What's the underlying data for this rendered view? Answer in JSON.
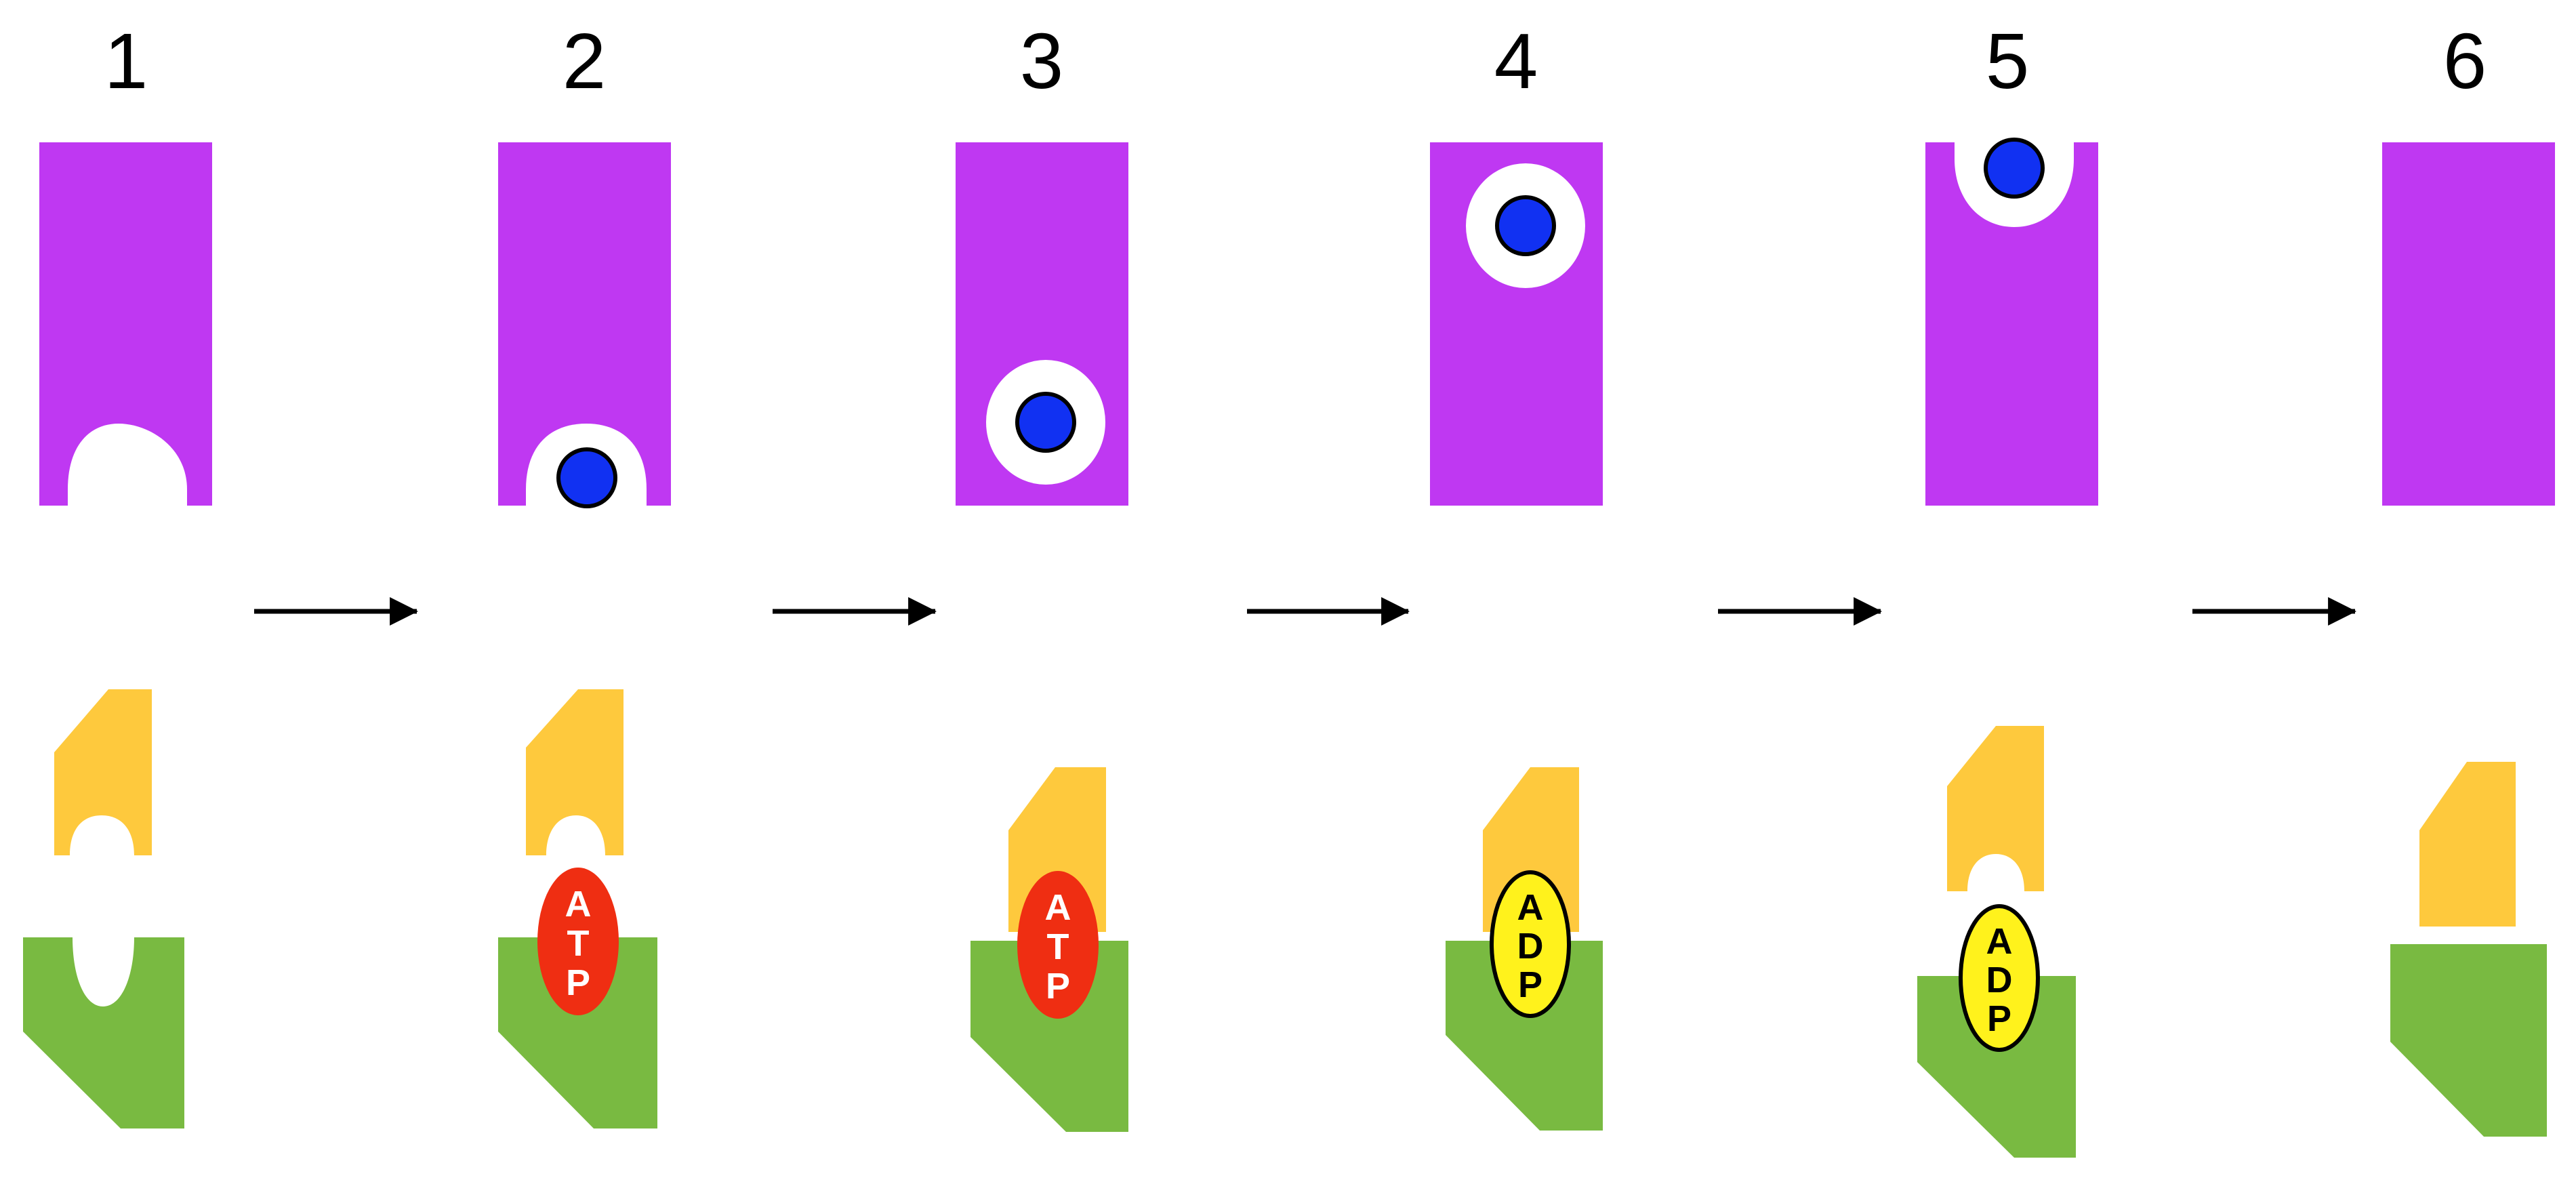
{
  "colors": {
    "channel": "#bf38f2",
    "pocket": "#ffffff",
    "substrate": "#1131f2",
    "upper_subunit": "#fec93d",
    "lower_subunit": "#79ba41",
    "atp_fill": "#ef2e12",
    "atp_text": "#ffffff",
    "adp_fill": "#fff21c",
    "adp_text": "#000000",
    "arrow": "#000000"
  },
  "steps": [
    {
      "number": "1",
      "substrate": "absent",
      "cavity_position": "bottom",
      "nucleotide": null
    },
    {
      "number": "2",
      "substrate": "present",
      "cavity_position": "bottom",
      "nucleotide": "ATP"
    },
    {
      "number": "3",
      "substrate": "present",
      "cavity_position": "lower-middle",
      "nucleotide": "ATP"
    },
    {
      "number": "4",
      "substrate": "present",
      "cavity_position": "upper-middle",
      "nucleotide": "ADP"
    },
    {
      "number": "5",
      "substrate": "present",
      "cavity_position": "top",
      "nucleotide": "ADP"
    },
    {
      "number": "6",
      "substrate": "absent",
      "cavity_position": "none",
      "nucleotide": null
    }
  ],
  "nucleotides": {
    "ATP": {
      "letters": [
        "A",
        "T",
        "P"
      ]
    },
    "ADP": {
      "letters": [
        "A",
        "D",
        "P"
      ]
    }
  },
  "arrow_count": 5,
  "icons": {
    "arrow": "right-arrow-icon"
  }
}
